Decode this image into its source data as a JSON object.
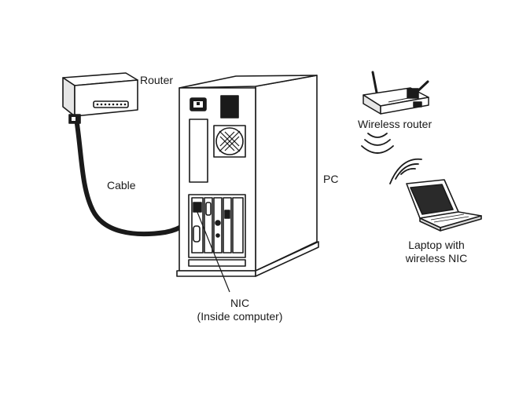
{
  "labels": {
    "router": "Router",
    "cable": "Cable",
    "pc": "PC",
    "nic_line1": "NIC",
    "nic_line2": "(Inside computer)",
    "wireless_router": "Wireless router",
    "laptop_line1": "Laptop with",
    "laptop_line2": "wireless NIC"
  },
  "icons": [
    "router-device",
    "network-cable",
    "pc-tower",
    "nic-card",
    "wireless-router-device",
    "wireless-signal",
    "laptop-device"
  ],
  "colors": {
    "ink": "#1a1a1a",
    "paper": "#ffffff",
    "shade": "#d9d9d9"
  }
}
